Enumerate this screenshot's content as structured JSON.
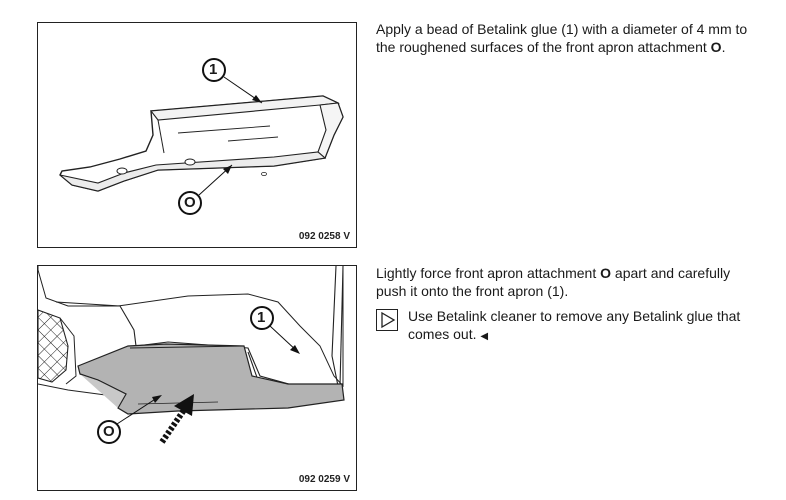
{
  "figures": [
    {
      "code": "092 0258 V",
      "callouts": {
        "part": "1",
        "attachment": "O"
      }
    },
    {
      "code": "092 0259 V",
      "callouts": {
        "part": "1",
        "attachment": "O"
      }
    }
  ],
  "step1": {
    "text_before": "Apply a bead of Betalink glue (1) with a diameter of 4 mm to the roughened surfaces of the front apron attachment ",
    "bold": "O",
    "text_after": "."
  },
  "step2": {
    "text_before": "Lightly force front apron attachment ",
    "bold": "O",
    "text_after": " apart and carefully push it onto the front apron (1).",
    "note": "Use Betalink cleaner to remove any Betalink glue that comes out.",
    "end_mark": "◀"
  },
  "icons": {
    "note": "play-triangle-note-icon",
    "end": "end-of-section-icon"
  }
}
